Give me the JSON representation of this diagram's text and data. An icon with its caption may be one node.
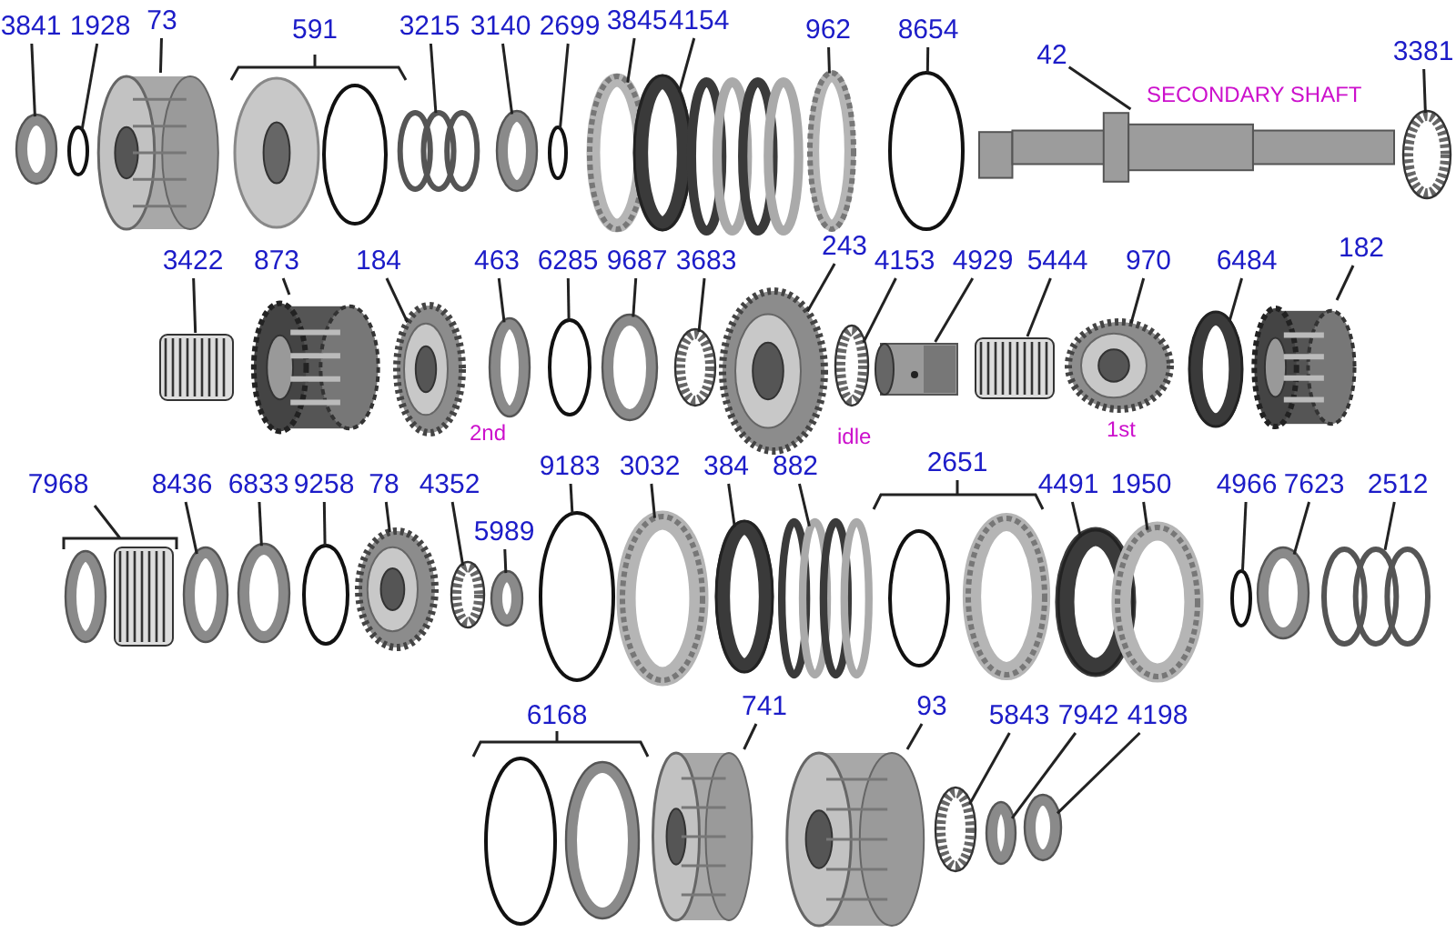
{
  "diagram": {
    "nodes": [
      {
        "text": [
          "3841"
        ]
      },
      {
        "text": [],
        "shape": "picture"
      },
      {
        "text": [
          "1928"
        ]
      },
      {
        "text": [],
        "shape": "circle"
      },
      {
        "text": [
          "73"
        ]
      },
      {
        "text": [],
        "shape": "picture"
      },
      {
        "text": [
          "3215"
        ]
      },
      {
        "text": [],
        "shape": "picture"
      },
      {
        "text": [
          "3140"
        ]
      },
      {
        "text": [],
        "shape": "picture"
      },
      {
        "text": [
          "2699"
        ]
      },
      {
        "text": [],
        "shape": "circle"
      },
      {
        "text": [
          "3845"
        ]
      },
      {
        "text": [],
        "shape": "picture"
      },
      {
        "text": [
          "4154"
        ]
      },
      {
        "text": [],
        "shape": "picture"
      },
      {
        "text": [
          "962"
        ]
      },
      {
        "text": [],
        "shape": "picture"
      },
      {
        "text": [
          "8654"
        ]
      },
      {
        "text": [],
        "shape": "circle"
      },
      {
        "text": [
          "42"
        ]
      },
      {
        "text": [],
        "shape": "picture"
      },
      {
        "text": [
          "3381"
        ]
      },
      {
        "text": [],
        "shape": "picture"
      },
      {
        "text": [
          "3422"
        ]
      },
      {
        "text": [],
        "shape": "picture"
      },
      {
        "text": [
          "873"
        ]
      },
      {
        "text": [],
        "shape": "picture"
      },
      {
        "text": [
          "184"
        ]
      },
      {
        "text": [],
        "shape": "picture"
      },
      {
        "text": [
          "463"
        ]
      },
      {
        "text": [],
        "shape": "picture"
      },
      {
        "text": [
          "6285"
        ]
      },
      {
        "text": [],
        "shape": "circle"
      },
      {
        "text": [
          "9687"
        ]
      },
      {
        "text": [],
        "shape": "picture"
      },
      {
        "text": [
          "3683"
        ]
      },
      {
        "text": [],
        "shape": "picture"
      },
      {
        "text": [
          "243"
        ]
      },
      {
        "text": [],
        "shape": "picture"
      },
      {
        "text": [
          "4153"
        ]
      },
      {
        "text": [],
        "shape": "picture"
      },
      {
        "text": [
          "4929"
        ]
      },
      {
        "text": [],
        "shape": "picture"
      },
      {
        "text": [
          "5444"
        ]
      },
      {
        "text": [],
        "shape": "picture"
      },
      {
        "text": [
          "970"
        ]
      },
      {
        "text": [],
        "shape": "picture"
      },
      {
        "text": [
          "6484"
        ]
      },
      {
        "text": [],
        "shape": "picture"
      },
      {
        "text": [
          "182"
        ]
      },
      {
        "text": [],
        "shape": "picture"
      },
      {
        "text": [
          "8436"
        ]
      },
      {
        "text": [],
        "shape": "picture"
      },
      {
        "text": [
          "6833"
        ]
      },
      {
        "text": [],
        "shape": "picture"
      },
      {
        "text": [
          "9258"
        ]
      },
      {
        "text": [],
        "shape": "circle"
      },
      {
        "text": [
          "78"
        ]
      },
      {
        "text": [],
        "shape": "picture"
      },
      {
        "text": [
          "4352"
        ]
      },
      {
        "text": [],
        "shape": "picture"
      },
      {
        "text": [
          "5989"
        ]
      },
      {
        "text": [],
        "shape": "picture"
      },
      {
        "text": [
          "9183"
        ]
      },
      {
        "text": [],
        "shape": "circle"
      },
      {
        "text": [
          "3032"
        ]
      },
      {
        "text": [],
        "shape": "picture"
      },
      {
        "text": [
          "384"
        ]
      },
      {
        "text": [],
        "shape": "picture"
      },
      {
        "text": [
          "882"
        ]
      },
      {
        "text": [],
        "shape": "picture"
      },
      {
        "text": [
          "4491"
        ]
      },
      {
        "text": [],
        "shape": "picture"
      },
      {
        "text": [
          "1950"
        ]
      },
      {
        "text": [],
        "shape": "picture"
      },
      {
        "text": [
          "4966"
        ]
      },
      {
        "text": [],
        "shape": "circle"
      },
      {
        "text": [
          "7623"
        ]
      },
      {
        "text": [],
        "shape": "picture"
      },
      {
        "text": [
          "2512"
        ]
      },
      {
        "text": [],
        "shape": "picture"
      },
      {
        "text": [
          "741"
        ]
      },
      {
        "text": [],
        "shape": "picture"
      },
      {
        "text": [
          "93"
        ]
      },
      {
        "text": [],
        "shape": "picture"
      },
      {
        "text": [
          "5843"
        ]
      },
      {
        "text": [],
        "shape": "picture"
      },
      {
        "text": [
          "7942"
        ]
      },
      {
        "text": [],
        "shape": "picture"
      },
      {
        "text": [
          "4198"
        ]
      },
      {
        "text": [],
        "shape": "picture"
      },
      {
        "text": [],
        "shape": "picture"
      },
      {
        "text": [],
        "shape": "picture"
      },
      {
        "text": [],
        "shape": "circle"
      },
      {
        "text": [],
        "shape": "picture"
      },
      {
        "text": [],
        "shape": "picture"
      },
      {
        "text": [],
        "shape": "circle"
      },
      {
        "text": [],
        "shape": "picture"
      },
      {
        "text": [],
        "shape": "circle"
      },
      {
        "text": [],
        "shape": "picture"
      }
    ],
    "edges": [
      {
        "from": 0,
        "to": 1,
        "arrow": "none"
      },
      {
        "from": 2,
        "to": 3,
        "arrow": "none"
      },
      {
        "from": 4,
        "to": 5,
        "arrow": "none"
      },
      {
        "from": 6,
        "to": 7,
        "arrow": "none"
      },
      {
        "from": 8,
        "to": 9,
        "arrow": "none"
      },
      {
        "from": 10,
        "to": 11,
        "arrow": "none"
      },
      {
        "from": 12,
        "to": 13,
        "arrow": "none"
      },
      {
        "from": 14,
        "to": 15,
        "arrow": "none"
      },
      {
        "from": 16,
        "to": 17,
        "arrow": "none"
      },
      {
        "from": 18,
        "to": 19,
        "arrow": "none"
      },
      {
        "from": 20,
        "to": 21,
        "arrow": "none"
      },
      {
        "from": 22,
        "to": 23,
        "arrow": "none"
      },
      {
        "from": 24,
        "to": 25,
        "arrow": "none"
      },
      {
        "from": 26,
        "to": 27,
        "arrow": "none"
      },
      {
        "from": 28,
        "to": 29,
        "arrow": "none"
      },
      {
        "from": 30,
        "to": 31,
        "arrow": "none"
      },
      {
        "from": 32,
        "to": 33,
        "arrow": "none"
      },
      {
        "from": 34,
        "to": 35,
        "arrow": "none"
      },
      {
        "from": 36,
        "to": 37,
        "arrow": "none"
      },
      {
        "from": 38,
        "to": 39,
        "arrow": "none"
      },
      {
        "from": 40,
        "to": 41,
        "arrow": "none"
      },
      {
        "from": 42,
        "to": 43,
        "arrow": "none"
      },
      {
        "from": 44,
        "to": 45,
        "arrow": "none"
      },
      {
        "from": 46,
        "to": 47,
        "arrow": "none"
      },
      {
        "from": 48,
        "to": 49,
        "arrow": "none"
      },
      {
        "from": 50,
        "to": 51,
        "arrow": "none"
      },
      {
        "from": 52,
        "to": 53,
        "arrow": "none"
      },
      {
        "from": 54,
        "to": 55,
        "arrow": "none"
      },
      {
        "from": 56,
        "to": 57,
        "arrow": "none"
      },
      {
        "from": 58,
        "to": 59,
        "arrow": "none"
      },
      {
        "from": 60,
        "to": 61,
        "arrow": "none"
      },
      {
        "from": 62,
        "to": 63,
        "arrow": "none"
      },
      {
        "from": 64,
        "to": 65,
        "arrow": "none"
      },
      {
        "from": 66,
        "to": 67,
        "arrow": "none"
      },
      {
        "from": 68,
        "to": 69,
        "arrow": "none"
      },
      {
        "from": 70,
        "to": 71,
        "arrow": "none"
      },
      {
        "from": 72,
        "to": 73,
        "arrow": "none"
      },
      {
        "from": 74,
        "to": 75,
        "arrow": "none"
      },
      {
        "from": 76,
        "to": 77,
        "arrow": "none"
      },
      {
        "from": 78,
        "to": 79,
        "arrow": "none"
      },
      {
        "from": 80,
        "to": 81,
        "arrow": "none"
      },
      {
        "from": 82,
        "to": 83,
        "arrow": "none"
      },
      {
        "from": 84,
        "to": 85,
        "arrow": "none"
      },
      {
        "from": 86,
        "to": 87,
        "arrow": "none"
      },
      {
        "from": 88,
        "to": 89,
        "arrow": "none"
      },
      {
        "from": 90,
        "to": 91,
        "arrow": "none"
      }
    ],
    "labels": [
      "591",
      "SECONDARY SHAFT",
      "2nd",
      "idle",
      "1st",
      "7968",
      "2651",
      "6168"
    ]
  }
}
